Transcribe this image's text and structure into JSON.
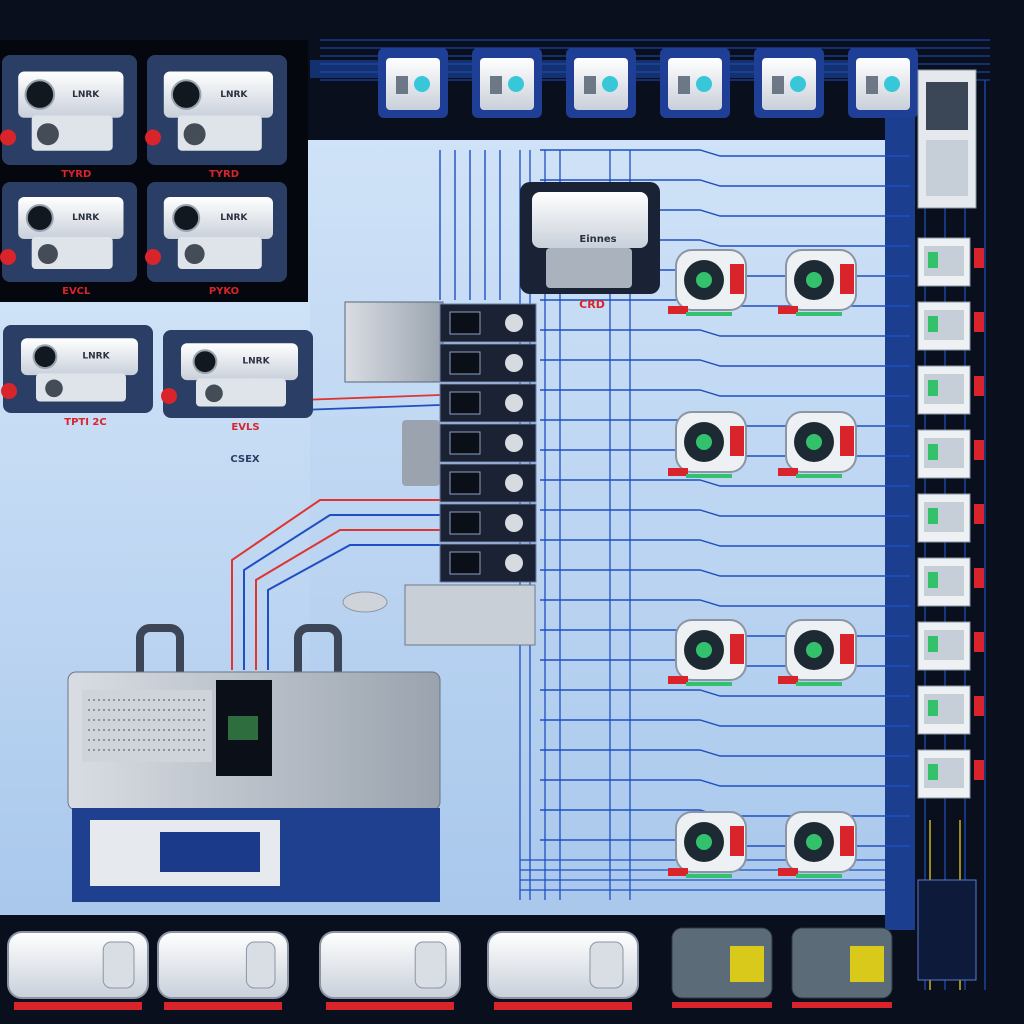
{
  "diagram": {
    "colors": {
      "background": "#0a0f1e",
      "panel": "#bcd6f2",
      "panel_dark": "#8fb4e0",
      "frame": "#1b3e8f",
      "wire_blue": "#1f4fc2",
      "wire_red": "#e0352f",
      "wire_green": "#33c26b",
      "device_body": "#e9edf2",
      "device_shadow": "#7f8a99",
      "cam_housing": "#2b3f66",
      "lens": "#111820",
      "label_red": "#d8242a"
    },
    "camera_labels": [
      "LNRK",
      "LNRK",
      "LNRK",
      "LNRK",
      "LNRK",
      "LNRK"
    ],
    "camera_tags": [
      "TYRD",
      "TYRD",
      "EVCL",
      "PYKO"
    ],
    "lower_camera_tags": [
      "TPTI 2C",
      "EVLS"
    ],
    "lower_camera_subtag": "CSEX",
    "central_camera_label": "Einnes",
    "central_camera_tag": "CRD",
    "icons": [
      "bullet-camera-icon",
      "dome-camera-icon",
      "network-switch-icon",
      "nvr-recorder-icon",
      "storage-unit-icon",
      "power-supply-icon"
    ]
  }
}
